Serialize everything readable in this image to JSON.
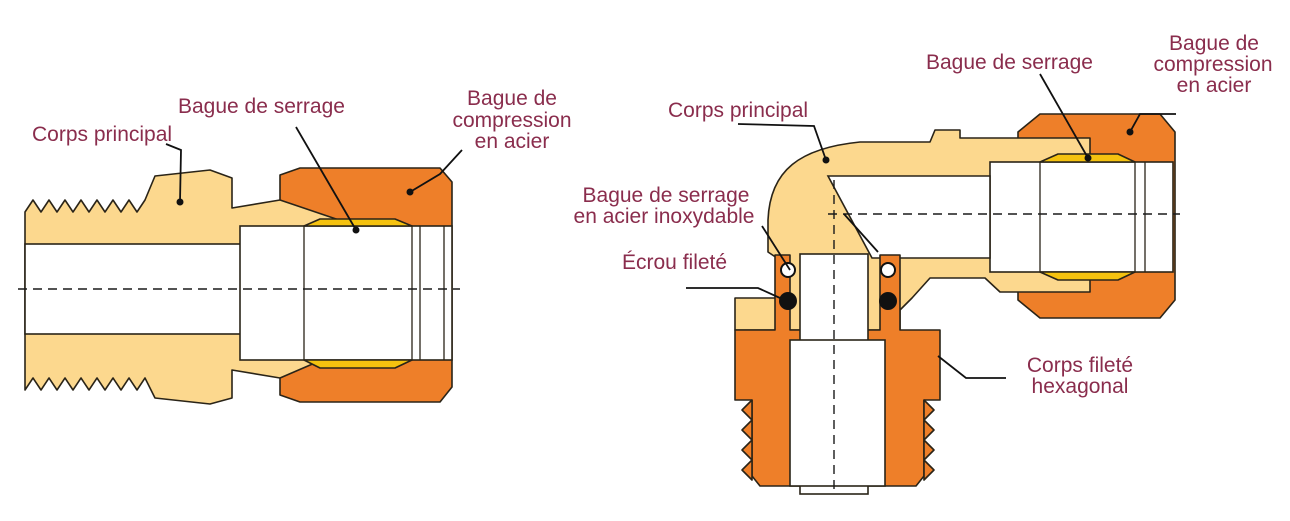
{
  "colors": {
    "brass": "#fcd88e",
    "orange": "#ee7f29",
    "ferrule": "#f5c20f",
    "label": "#8a2d4d",
    "outline": "#1a1a1a",
    "inner": "#ffffff"
  },
  "left_fitting": {
    "labels": {
      "body": "Corps principal",
      "ferrule": "Bague de serrage",
      "nut_line1": "Bague de",
      "nut_line2": "compression",
      "nut_line3": "en acier"
    }
  },
  "right_fitting": {
    "labels": {
      "body": "Corps principal",
      "ferrule": "Bague de serrage",
      "nut_line1": "Bague de",
      "nut_line2": "compression",
      "nut_line3": "en acier",
      "ss_ferrule_line1": "Bague de serrage",
      "ss_ferrule_line2": "en acier inoxydable",
      "threaded_nut": "Écrou fileté",
      "hex_body_line1": "Corps fileté",
      "hex_body_line2": "hexagonal"
    }
  }
}
